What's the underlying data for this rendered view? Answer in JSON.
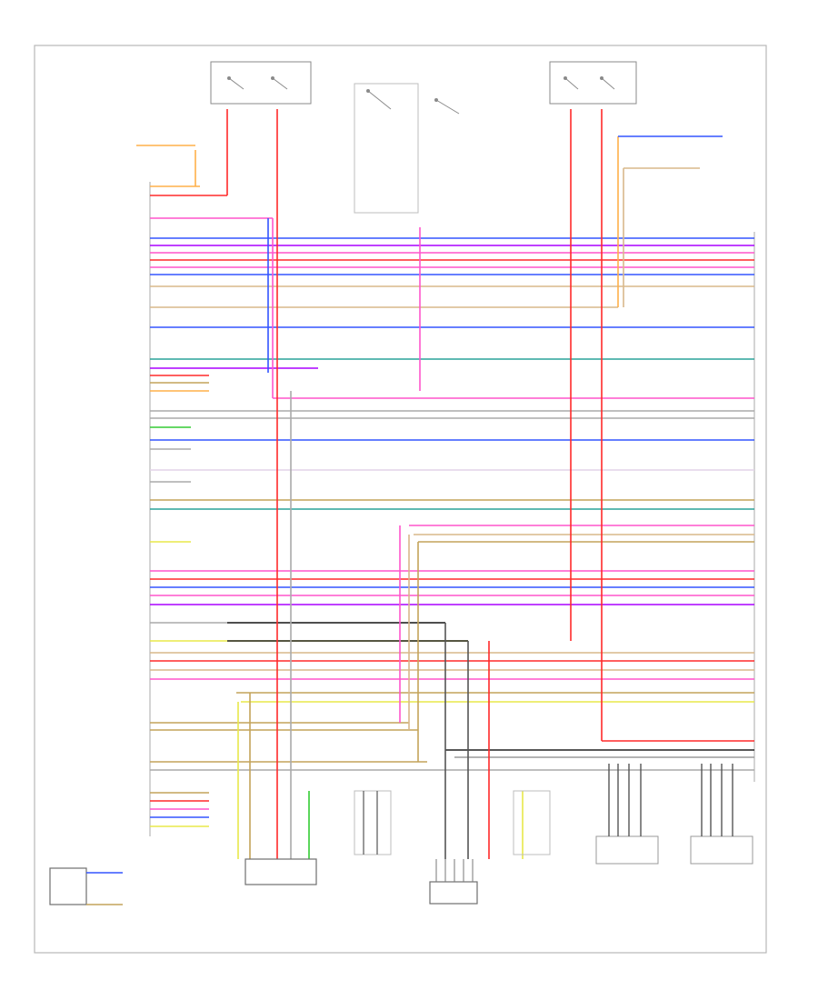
{
  "diagram": {
    "page_label": "",
    "wire_colors": {
      "red": "#ff2a2a",
      "pink": "#ff55cc",
      "violet": "#aa00ff",
      "blue": "#3355ff",
      "tan": "#d9b88a",
      "olive": "#c4a35a",
      "green": "#33cc33",
      "yellow": "#e8e84a",
      "gray": "#9a9a9a",
      "black": "#222222",
      "teal": "#2aa39a",
      "orange": "#ffb04a",
      "cyan": "#66ccff"
    },
    "components": [
      {
        "id": "fuse-box-top-left",
        "label": ""
      },
      {
        "id": "fuse-box-top-right",
        "label": ""
      },
      {
        "id": "switch-cluster-center",
        "label": ""
      },
      {
        "id": "connector-bottom-left",
        "label": ""
      },
      {
        "id": "controller-module-center",
        "label": ""
      },
      {
        "id": "relay-module",
        "label": ""
      },
      {
        "id": "right-module-1",
        "label": ""
      },
      {
        "id": "right-module-2",
        "label": ""
      }
    ],
    "bottom_labels": [
      {
        "id": "module-a",
        "icon": "module-icon"
      },
      {
        "id": "module-b",
        "icon": "module-icon"
      },
      {
        "id": "module-c",
        "icon": "module-icon"
      },
      {
        "id": "module-d",
        "icon": "module-icon"
      }
    ]
  }
}
